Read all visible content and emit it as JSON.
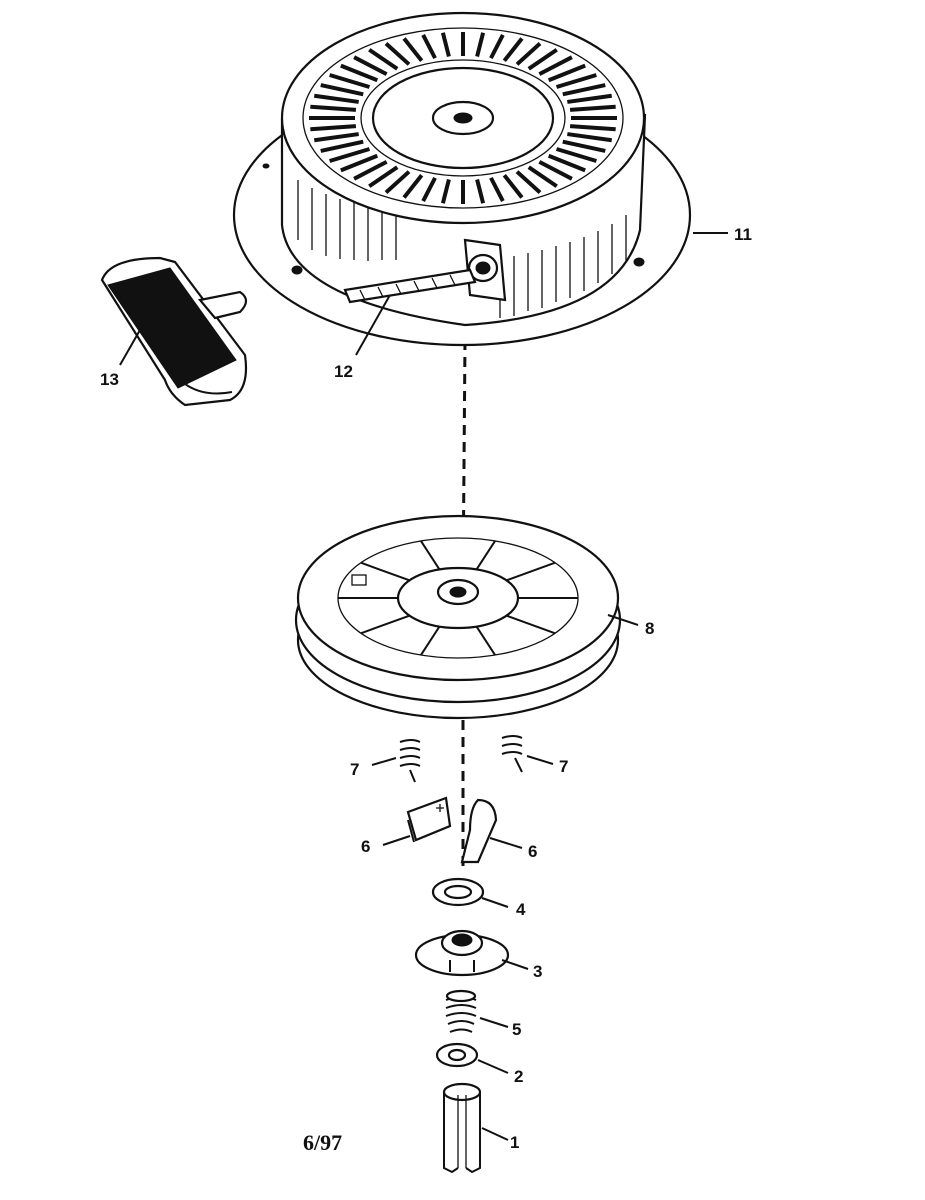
{
  "diagram": {
    "callouts": {
      "c11": "11",
      "c12": "12",
      "c13": "13",
      "c8": "8",
      "c7a": "7",
      "c7b": "7",
      "c6a": "6",
      "c6b": "6",
      "c4": "4",
      "c3": "3",
      "c5": "5",
      "c2": "2",
      "c1": "1"
    },
    "date_code": "6/97",
    "colors": {
      "ink": "#111111",
      "paper": "#ffffff"
    }
  }
}
